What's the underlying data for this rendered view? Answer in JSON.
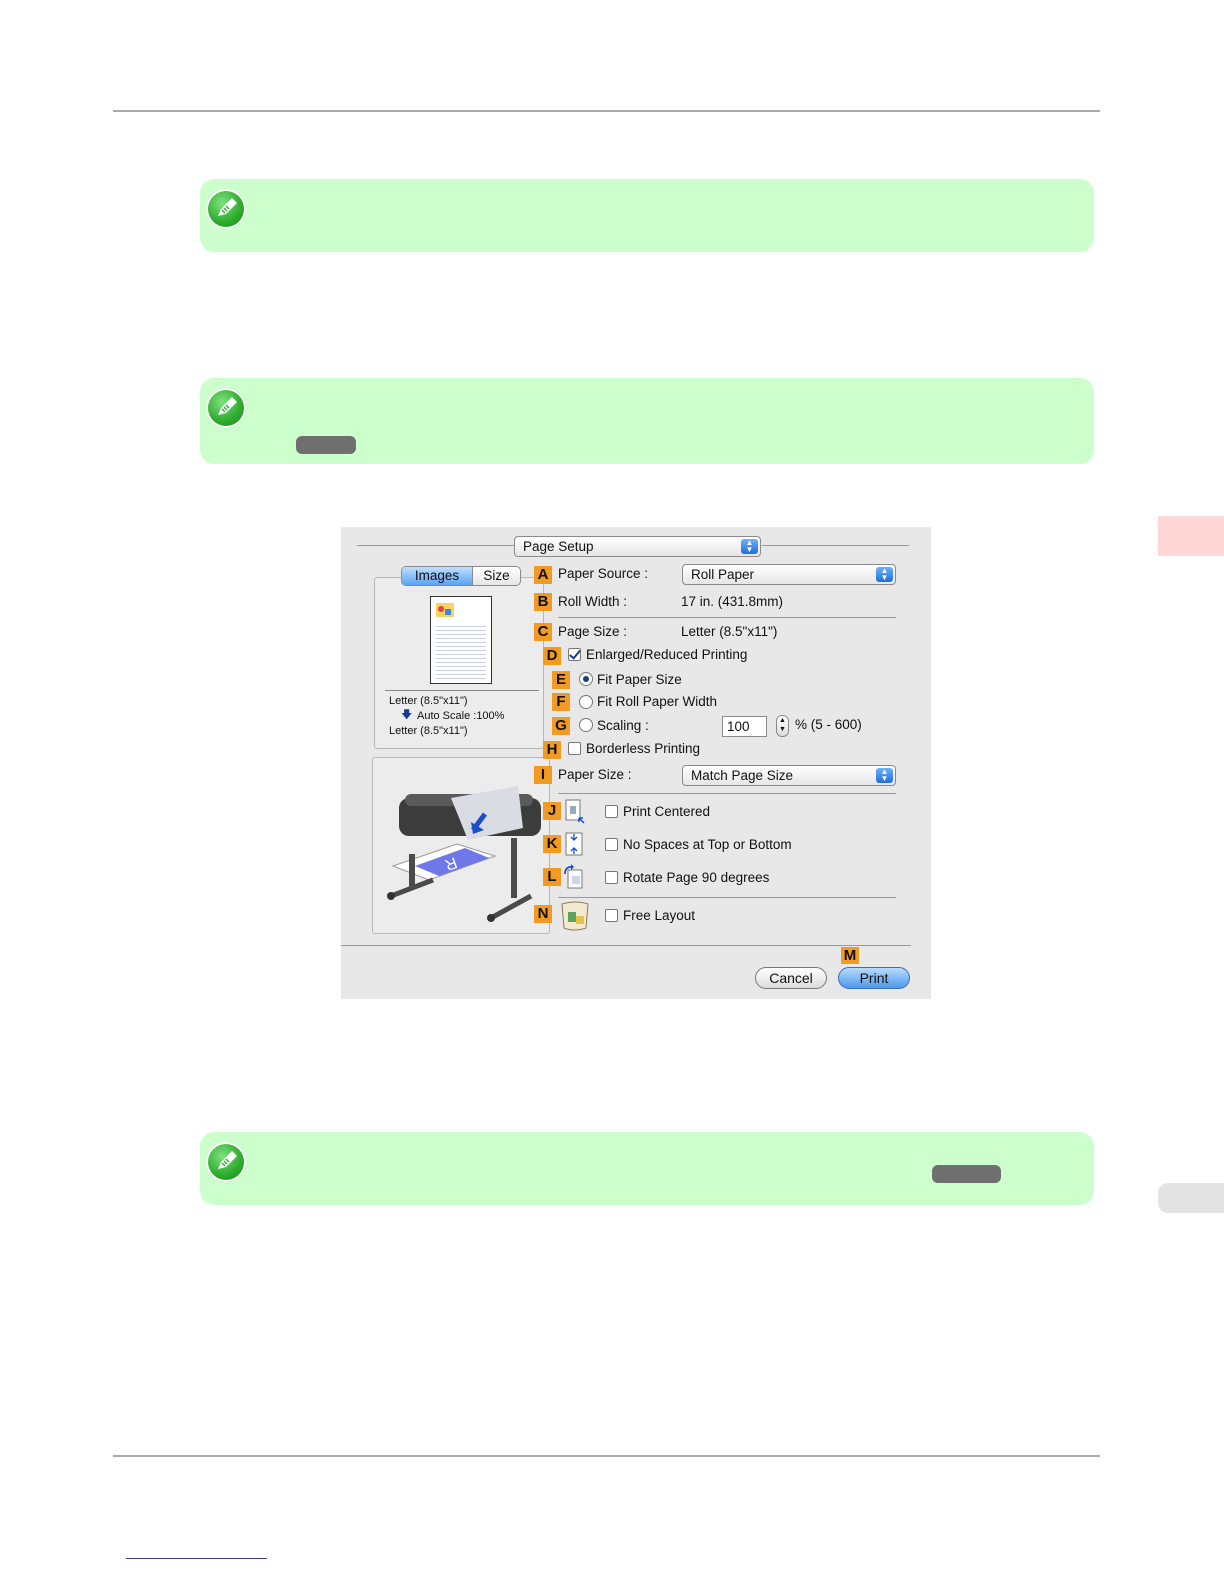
{
  "page": {
    "note_buttons": [
      "",
      ""
    ]
  },
  "dialog": {
    "title_popup": "Page Setup",
    "tabs": [
      "Images",
      "Size"
    ],
    "preview": {
      "line1": "Letter (8.5\"x11\")",
      "line2": "Auto Scale :100%",
      "line3": "Letter (8.5\"x11\")"
    },
    "paper_source": {
      "badge": "A",
      "label": "Paper Source :",
      "value": "Roll Paper"
    },
    "roll_width": {
      "badge": "B",
      "label": "Roll Width :",
      "value": "17 in. (431.8mm)"
    },
    "page_size": {
      "badge": "C",
      "label": "Page Size :",
      "value": "Letter (8.5\"x11\")"
    },
    "enlarged": {
      "badge": "D",
      "label": "Enlarged/Reduced Printing",
      "checked": true
    },
    "fit_paper": {
      "badge": "E",
      "label": "Fit Paper Size",
      "selected": true
    },
    "fit_roll": {
      "badge": "F",
      "label": "Fit Roll Paper Width",
      "selected": false
    },
    "scaling": {
      "badge": "G",
      "label": "Scaling :",
      "value": "100",
      "range": "% (5 - 600)"
    },
    "borderless": {
      "badge": "H",
      "label": "Borderless Printing",
      "checked": false
    },
    "paper_size": {
      "badge": "I",
      "label": "Paper Size :",
      "value": "Match Page Size"
    },
    "print_centered": {
      "badge": "J",
      "label": "Print Centered",
      "checked": false
    },
    "no_spaces": {
      "badge": "K",
      "label": "No Spaces at Top or Bottom",
      "checked": false
    },
    "rotate": {
      "badge": "L",
      "label": "Rotate Page 90 degrees",
      "checked": false
    },
    "free_layout": {
      "badge": "N",
      "label": "Free Layout",
      "checked": false
    },
    "print_badge": "M",
    "cancel_label": "Cancel",
    "print_label": "Print"
  },
  "colors": {
    "note_bg": "#ccffcc",
    "badge": "#f39a22",
    "side_tab_pink": "#ffd6d6",
    "side_tab_gray": "#e4e4e4"
  }
}
